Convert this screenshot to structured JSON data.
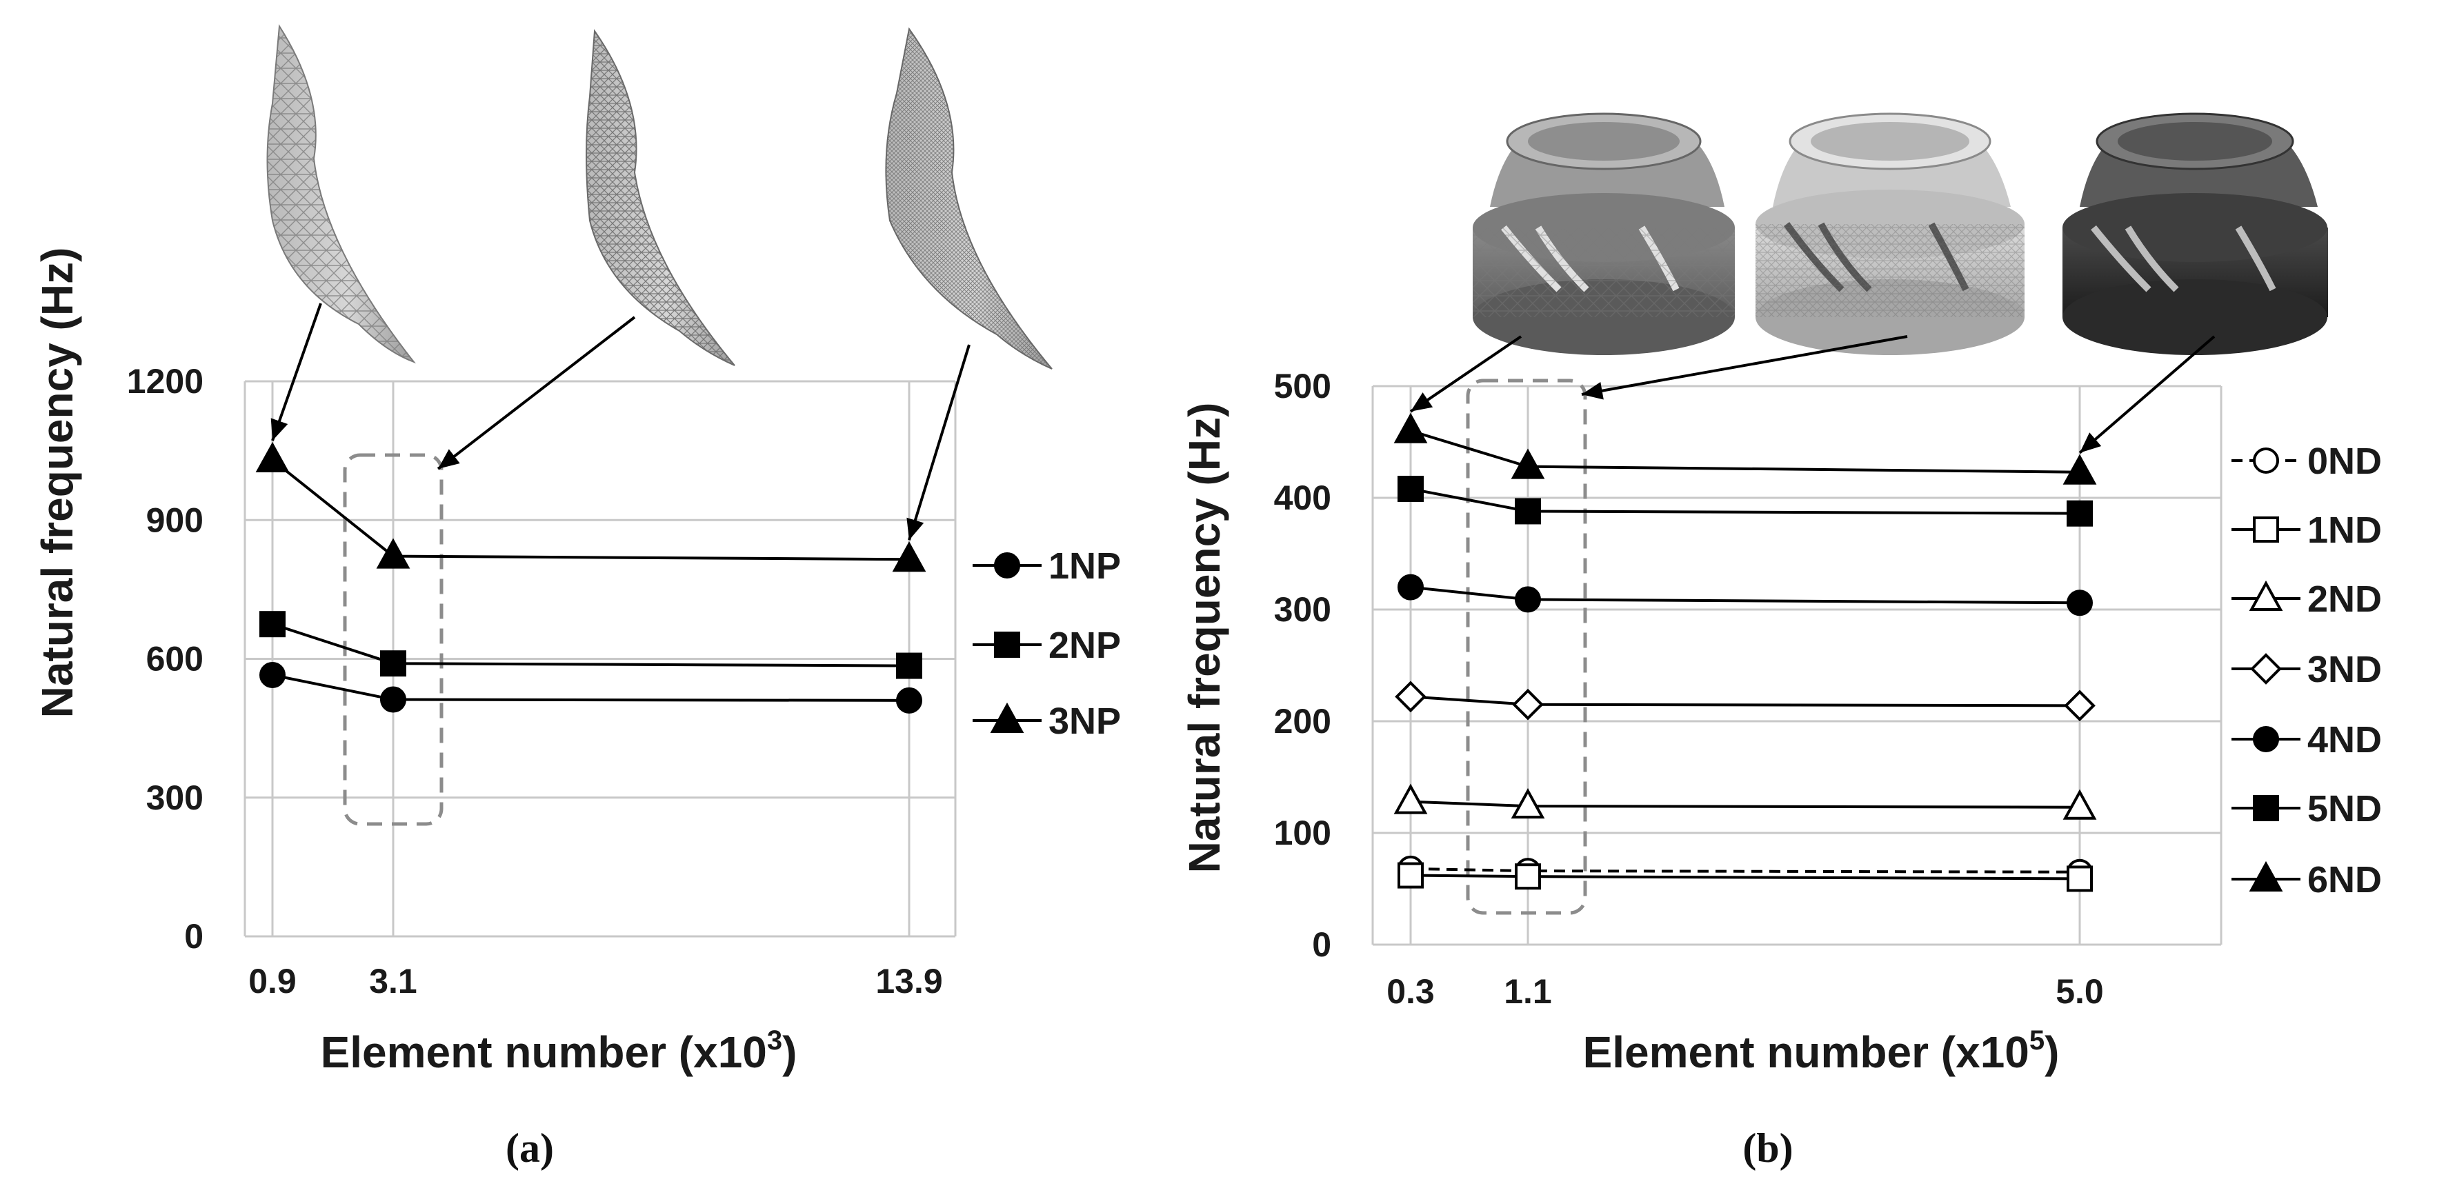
{
  "chart_data": [
    {
      "id": "a",
      "type": "line",
      "caption": "(a)",
      "xlabel": "Element number (x10",
      "xlabel_sup": "3",
      "xlabel_end": ")",
      "ylabel": "Natural frequency (Hz)",
      "x": [
        0.9,
        3.1,
        13.9
      ],
      "x_tick_labels": [
        "0.9",
        "3.1",
        "13.9"
      ],
      "ylim": [
        0,
        1200
      ],
      "y_ticks": [
        0,
        300,
        600,
        900,
        1200
      ],
      "y_tick_labels": [
        "0",
        "300",
        "600",
        "900",
        "1200"
      ],
      "grid": true,
      "legend_position": "right",
      "series": [
        {
          "name": "1NP",
          "marker": "circle-filled",
          "line": "solid",
          "values": [
            565,
            512,
            510
          ]
        },
        {
          "name": "2NP",
          "marker": "square-filled",
          "line": "solid",
          "values": [
            675,
            590,
            585
          ]
        },
        {
          "name": "3NP",
          "marker": "triangle-filled",
          "line": "solid",
          "values": [
            1030,
            822,
            815
          ]
        }
      ],
      "highlight_box_x": 3.1,
      "insets": [
        "blade-mesh-coarse",
        "blade-mesh-medium",
        "blade-mesh-fine"
      ]
    },
    {
      "id": "b",
      "type": "line",
      "caption": "(b)",
      "xlabel": "Element number (x10",
      "xlabel_sup": "5",
      "xlabel_end": ")",
      "ylabel": "Natural frequency (Hz)",
      "x": [
        0.3,
        1.1,
        5.0
      ],
      "x_tick_labels": [
        "0.3",
        "1.1",
        "5.0"
      ],
      "ylim": [
        0,
        500
      ],
      "y_ticks": [
        0,
        100,
        200,
        300,
        400,
        500
      ],
      "y_tick_labels": [
        "0",
        "100",
        "200",
        "300",
        "400",
        "500"
      ],
      "grid": true,
      "legend_position": "right",
      "series": [
        {
          "name": "0ND",
          "marker": "circle-open",
          "line": "dashed",
          "values": [
            68,
            66,
            65
          ]
        },
        {
          "name": "1ND",
          "marker": "square-open",
          "line": "solid",
          "values": [
            62,
            61,
            59
          ]
        },
        {
          "name": "2ND",
          "marker": "triangle-open",
          "line": "solid",
          "values": [
            128,
            124,
            123
          ]
        },
        {
          "name": "3ND",
          "marker": "diamond-open",
          "line": "solid",
          "values": [
            222,
            215,
            214
          ]
        },
        {
          "name": "4ND",
          "marker": "circle-filled",
          "line": "solid",
          "values": [
            320,
            309,
            306
          ]
        },
        {
          "name": "5ND",
          "marker": "square-filled",
          "line": "solid",
          "values": [
            408,
            388,
            386
          ]
        },
        {
          "name": "6ND",
          "marker": "triangle-filled",
          "line": "solid",
          "values": [
            460,
            428,
            423
          ]
        }
      ],
      "highlight_box_x": 1.1,
      "insets": [
        "runner-mesh-coarse",
        "runner-mesh-medium",
        "runner-mesh-fine"
      ]
    }
  ]
}
